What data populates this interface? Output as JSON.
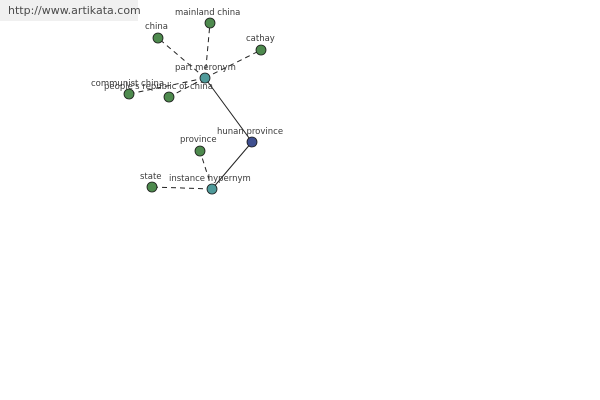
{
  "watermark": "http://www.artikata.com",
  "colors": {
    "leaf_node": "#4e8a4e",
    "relation_node": "#4f9a9a",
    "center_node": "#3f4f8f",
    "edge": "#222222"
  },
  "nodes": {
    "china": "china",
    "mainland_china": "mainland china",
    "cathay": "cathay",
    "part_meronym": "part meronym",
    "communist_china": "communist china",
    "peoples_republic": "people's republic of china",
    "hunan_province": "hunan province",
    "province": "province",
    "state": "state",
    "instance_hypernym": "instance hypernym"
  }
}
